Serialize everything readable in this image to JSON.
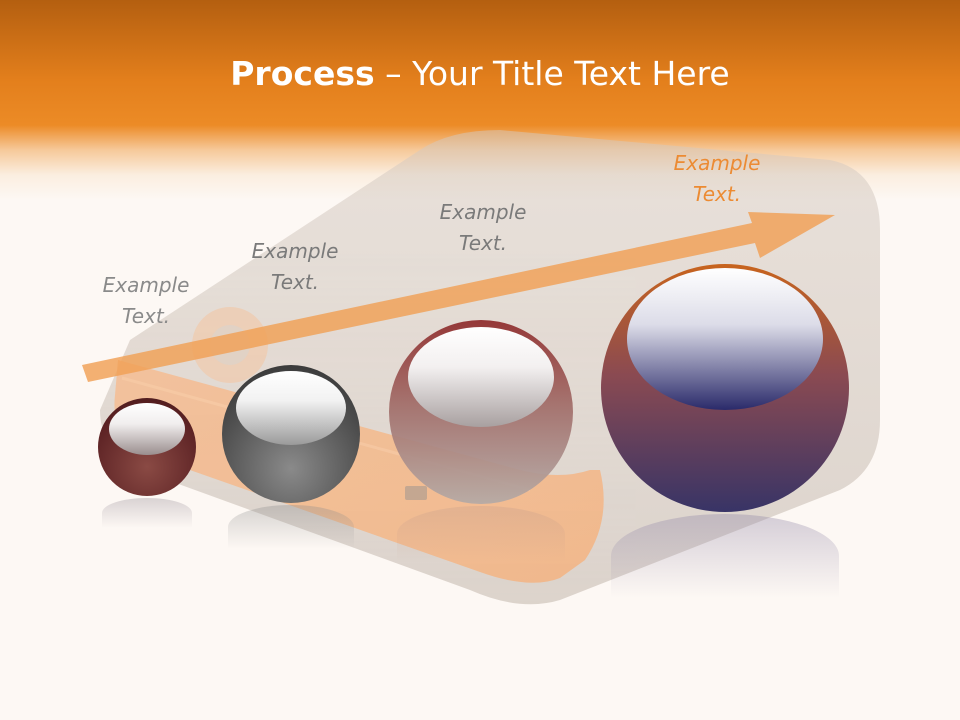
{
  "slide": {
    "title_bold": "Process",
    "title_rest": " – Your Title Text Here",
    "header_color": "#e37f1c",
    "background_color": "#fdf8f4"
  },
  "steps": [
    {
      "line1": "Example",
      "line2": "Text.",
      "color": "#8a8a8a"
    },
    {
      "line1": "Example",
      "line2": "Text.",
      "color": "#7a7a7a"
    },
    {
      "line1": "Example",
      "line2": "Text.",
      "color": "#7a7a7a"
    },
    {
      "line1": "Example",
      "line2": "Text.",
      "color": "#ec8b33"
    }
  ],
  "arrow": {
    "color": "#f0a055",
    "icon": "growth-arrow-icon"
  },
  "spheres": [
    {
      "name": "sphere-1",
      "top_color": "#8a4a44",
      "bottom_color": "#5c2224"
    },
    {
      "name": "sphere-2",
      "top_color": "#8a8a8a",
      "bottom_color": "#3e3e3e"
    },
    {
      "name": "sphere-3",
      "top_color": "#9a3a3a",
      "bottom_color": "#b0a8a4"
    },
    {
      "name": "sphere-4",
      "top_color": "#d06a20",
      "bottom_color": "#383466"
    }
  ]
}
